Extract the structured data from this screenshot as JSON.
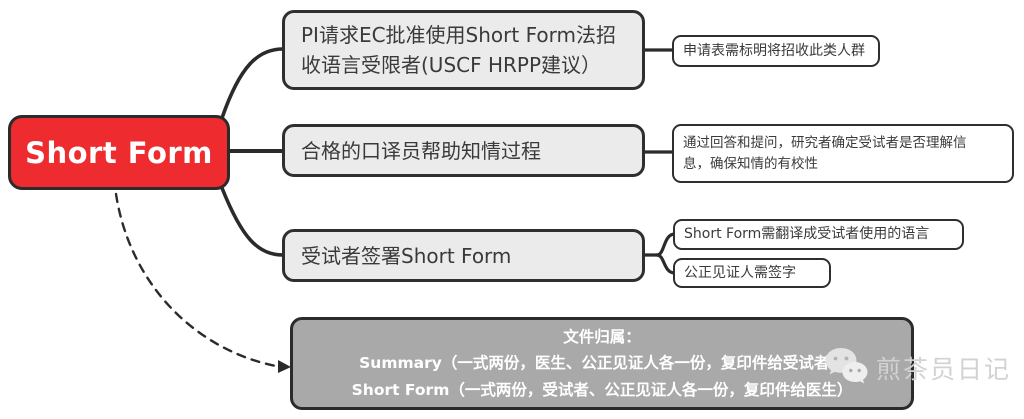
{
  "root": {
    "label": "Short Form"
  },
  "branches": [
    {
      "label_lines": [
        "PI请求EC批准使用Short Form法招",
        "收语言受限者(USCF HRPP建议）"
      ],
      "children": [
        {
          "label": "申请表需标明将招收此类人群"
        }
      ]
    },
    {
      "label": "合格的口译员帮助知情过程",
      "children": [
        {
          "label_lines": [
            "通过回答和提问，研究者确定受试者是否理解信",
            "息，确保知情的有校性"
          ]
        }
      ]
    },
    {
      "label": "受试者签署Short Form",
      "children": [
        {
          "label": "Short Form需翻译成受试者使用的语言"
        },
        {
          "label": "公正见证人需签字"
        }
      ]
    }
  ],
  "note": {
    "lines": [
      "文件归属：",
      "Summary（一式两份，医生、公正见证人各一份，复印件给受试者）",
      "Short Form（一式两份，受试者、公正见证人各一份，复印件给医生）"
    ]
  },
  "watermark": {
    "label": "煎茶员日记",
    "icon": "wechat-icon"
  },
  "colors": {
    "root_fill": "#ee2b2e",
    "branch_fill": "#ebebeb",
    "leaf_fill": "#ffffff",
    "note_fill": "#a9a9a9",
    "connector": "#2b2b2b",
    "border": "#2f2f2f",
    "watermark_text": "#d2d2d2"
  }
}
